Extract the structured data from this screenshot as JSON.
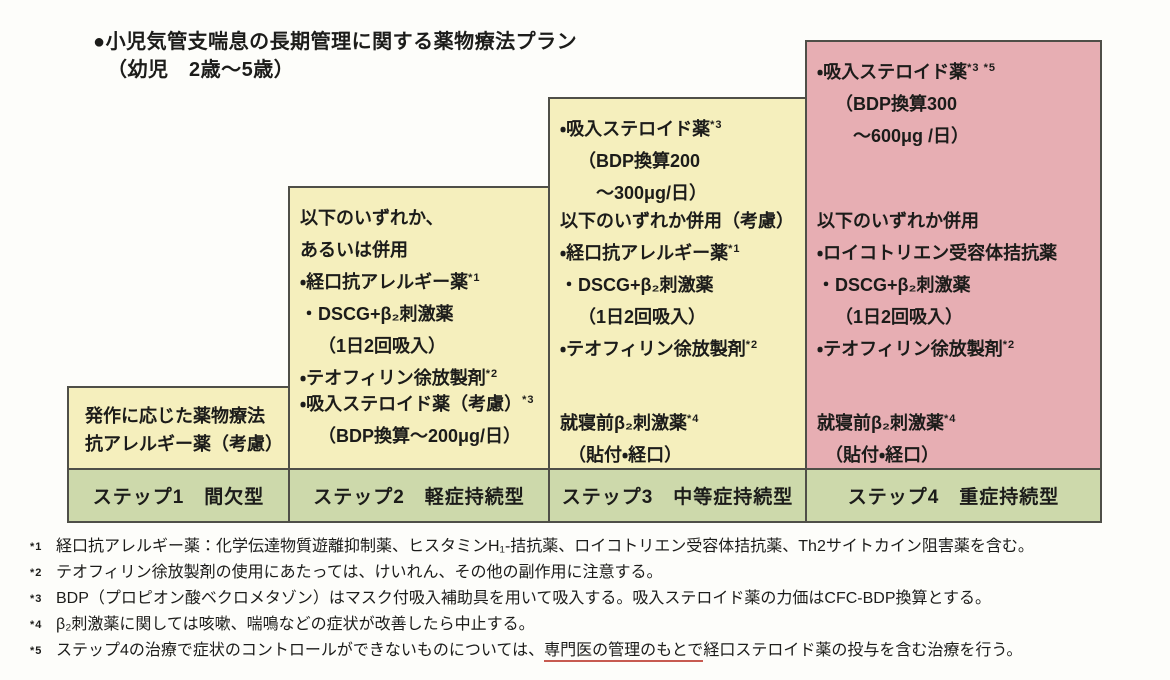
{
  "title": {
    "line1": "●小児気管支喘息の長期管理に関する薬物療法プラン",
    "line2": "（幼児　2歳～5歳）"
  },
  "colors": {
    "step_mild_fill": "#f5efbd",
    "step_severe_fill": "#e7aeb3",
    "step_label_fill": "#cdd9ab",
    "border": "#4f4f48",
    "footnote_underline": "#c75a50"
  },
  "step1": {
    "label": "ステップ1　間欠型",
    "l1": "発作に応じた薬物療法",
    "l2": "抗アレルギー薬（考慮）"
  },
  "step2": {
    "label": "ステップ2　軽症持続型",
    "g1": [
      {
        "t": "以下のいずれか、",
        "s": ""
      },
      {
        "t": "あるいは併用",
        "s": ""
      },
      {
        "t": "・経口抗アレルギー薬",
        "s": "*1"
      },
      {
        "t": "・DSCG+β₂刺激薬",
        "s": ""
      },
      {
        "t": "（1日2回吸入）",
        "s": ""
      },
      {
        "t": "・テオフィリン徐放製剤",
        "s": "*2"
      }
    ],
    "g2": [
      {
        "t": "・吸入ステロイド薬（考慮）",
        "s": "*3"
      },
      {
        "t": "（BDP換算～200μg/日）",
        "s": ""
      }
    ]
  },
  "step3": {
    "label": "ステップ3　中等症持続型",
    "g1": [
      {
        "t": "・吸入ステロイド薬",
        "s": "*3"
      },
      {
        "t": "（BDP換算200",
        "s": ""
      },
      {
        "t": "～300μg/日）",
        "s": ""
      }
    ],
    "g2": [
      {
        "t": "以下のいずれか併用（考慮）",
        "s": ""
      },
      {
        "t": "・経口抗アレルギー薬",
        "s": "*1"
      },
      {
        "t": "・DSCG+β₂刺激薬",
        "s": ""
      },
      {
        "t": "（1日2回吸入）",
        "s": ""
      },
      {
        "t": "・テオフィリン徐放製剤",
        "s": "*2"
      }
    ],
    "g3": [
      {
        "t": "就寝前β₂刺激薬",
        "s": "*4"
      },
      {
        "t": "（貼付・経口）",
        "s": ""
      }
    ]
  },
  "step4": {
    "label": "ステップ4　重症持続型",
    "g1": [
      {
        "t": "・吸入ステロイド薬",
        "s": "*3 *5"
      },
      {
        "t": "（BDP換算300",
        "s": ""
      },
      {
        "t": "～600μg /日）",
        "s": ""
      }
    ],
    "g2": [
      {
        "t": "以下のいずれか併用",
        "s": ""
      },
      {
        "t": "・ロイコトリエン受容体拮抗薬",
        "s": ""
      },
      {
        "t": "・DSCG+β₂刺激薬",
        "s": ""
      },
      {
        "t": "（1日2回吸入）",
        "s": ""
      },
      {
        "t": "・テオフィリン徐放製剤",
        "s": "*2"
      }
    ],
    "g3": [
      {
        "t": "就寝前β₂刺激薬",
        "s": "*4"
      },
      {
        "t": "（貼付・経口）",
        "s": ""
      }
    ]
  },
  "footnotes": [
    {
      "marker": "*1",
      "text": "経口抗アレルギー薬：化学伝達物質遊離抑制薬、ヒスタミンH₁-拮抗薬、ロイコトリエン受容体拮抗薬、Th2サイトカイン阻害薬を含む。"
    },
    {
      "marker": "*2",
      "text": "テオフィリン徐放製剤の使用にあたっては、けいれん、その他の副作用に注意する。"
    },
    {
      "marker": "*3",
      "text": "BDP（プロピオン酸ベクロメタゾン）はマスク付吸入補助具を用いて吸入する。吸入ステロイド薬の力価はCFC-BDP換算とする。"
    },
    {
      "marker": "*4",
      "text": "β₂刺激薬に関しては咳嗽、喘鳴などの症状が改善したら中止する。"
    },
    {
      "marker": "*5",
      "pre": "ステップ4の治療で症状のコントロールができないものについては、",
      "underlined": "専門医の管理のもとで",
      "post": "経口ステロイド薬の投与を含む治療を行う。"
    }
  ]
}
